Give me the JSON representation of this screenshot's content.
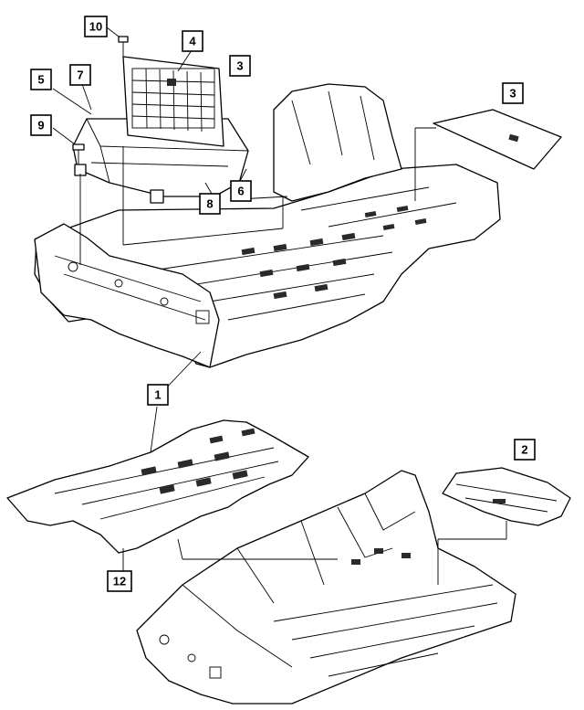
{
  "diagram": {
    "callouts": [
      {
        "id": "c10a",
        "label": "10"
      },
      {
        "id": "c4",
        "label": "4"
      },
      {
        "id": "c3a",
        "label": "3"
      },
      {
        "id": "c5",
        "label": "5"
      },
      {
        "id": "c7",
        "label": "7"
      },
      {
        "id": "c3b",
        "label": "3"
      },
      {
        "id": "c9",
        "label": "9"
      },
      {
        "id": "c6",
        "label": "6"
      },
      {
        "id": "c8",
        "label": "8"
      },
      {
        "id": "c1",
        "label": "1"
      },
      {
        "id": "c2",
        "label": "2"
      },
      {
        "id": "c12",
        "label": "12"
      }
    ]
  }
}
